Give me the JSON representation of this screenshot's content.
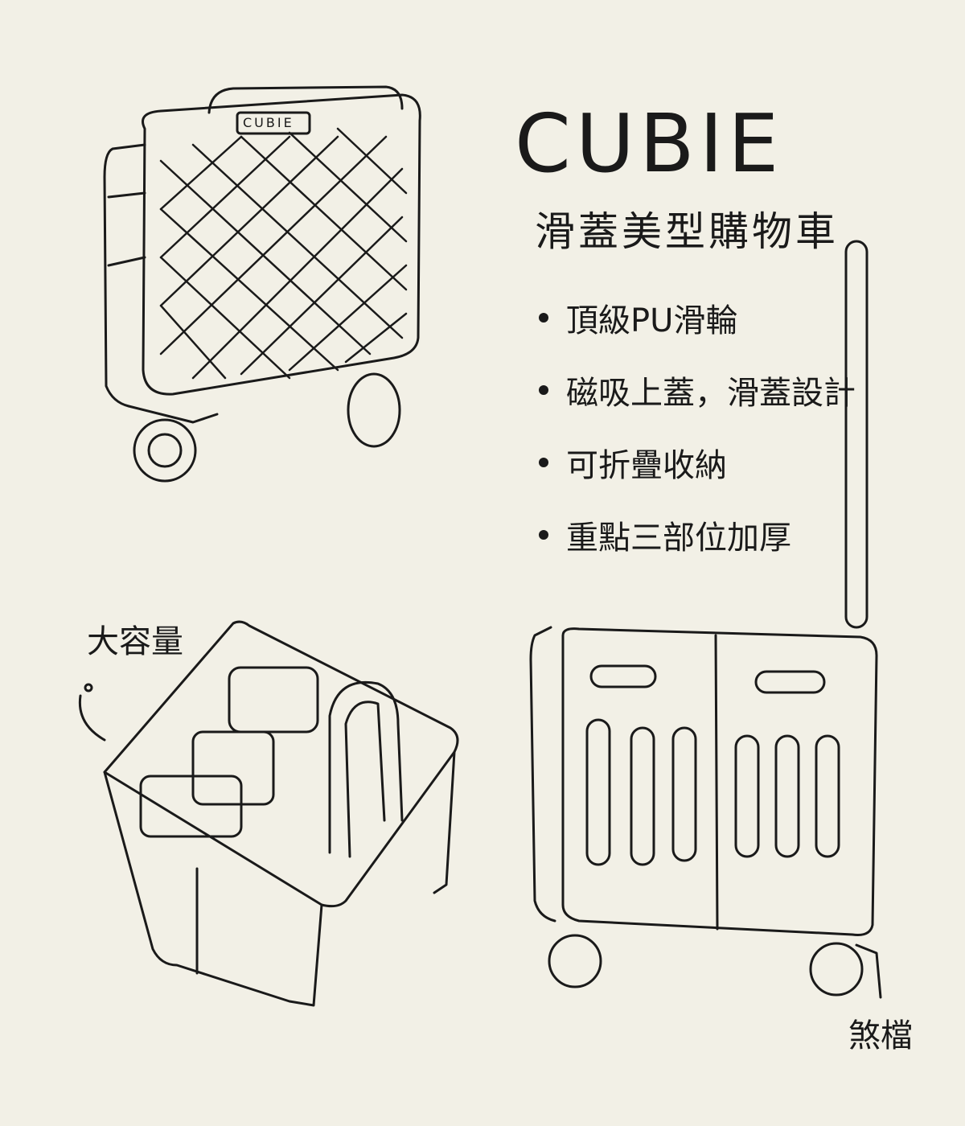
{
  "brand": "CUBIE",
  "subtitle": "滑蓋美型購物車",
  "features": [
    "頂級PU滑輪",
    "磁吸上蓋，滑蓋設計",
    "可折疊收納",
    "重點三部位加厚"
  ],
  "labels": {
    "capacity": "大容量",
    "brake": "煞檔"
  },
  "cart_logo": "CUBIE"
}
